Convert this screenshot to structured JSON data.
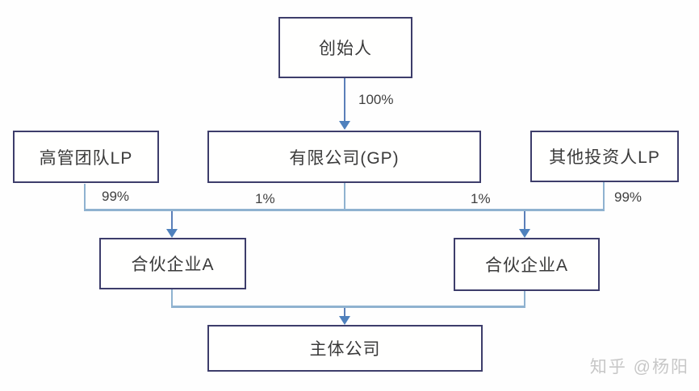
{
  "diagram": {
    "type": "org-equity-structure-flowchart",
    "nodes": {
      "founder": {
        "label": "创始人"
      },
      "exec_team_lp": {
        "label": "高管团队LP"
      },
      "gp_company": {
        "label": "有限公司(GP)"
      },
      "other_investors_lp": {
        "label": "其他投资人LP"
      },
      "partnership_left": {
        "label": "合伙企业A"
      },
      "partnership_right": {
        "label": "合伙企业A"
      },
      "main_company": {
        "label": "主体公司"
      }
    },
    "edge_labels": {
      "founder_to_gp": "100%",
      "exec_lp_stake": "99%",
      "gp_stake_left": "1%",
      "gp_stake_right": "1%",
      "other_lp_stake": "99%"
    },
    "colors": {
      "box_border": "#3d3d6b",
      "bus_line": "#8fb2d0",
      "arrow": "#4f81bd",
      "text": "#3a3a3a",
      "watermark": "#c7c7c7"
    }
  },
  "watermark": {
    "text": "知乎 @杨阳"
  }
}
